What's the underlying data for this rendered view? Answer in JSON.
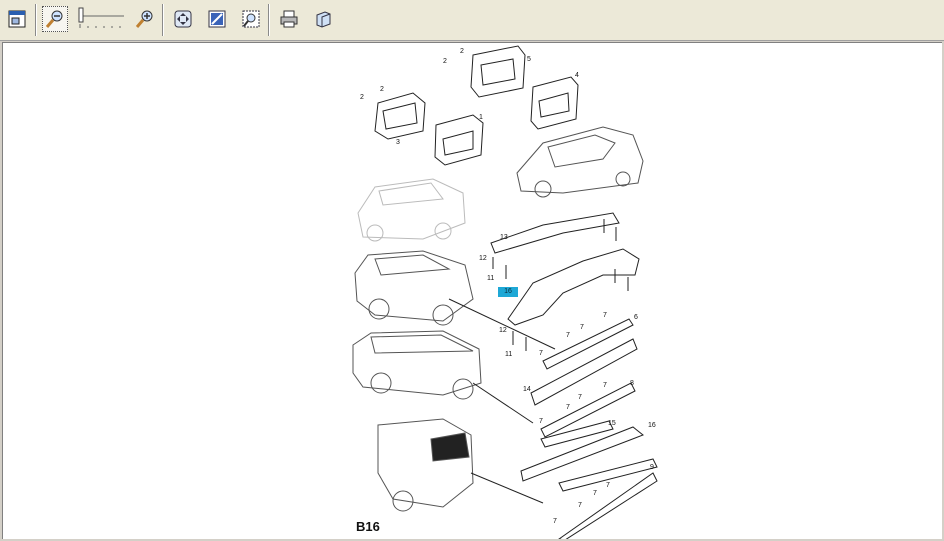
{
  "toolbar": {
    "buttons": [
      {
        "name": "window",
        "icon": "window-icon"
      },
      {
        "name": "zoom-out",
        "icon": "magnifier-minus-icon",
        "active": true
      },
      {
        "name": "zoom-in",
        "icon": "magnifier-plus-icon"
      },
      {
        "name": "fit",
        "icon": "fit-page-icon"
      },
      {
        "name": "zoom-area",
        "icon": "zoom-area-icon"
      },
      {
        "name": "zoom-select",
        "icon": "zoom-select-icon"
      },
      {
        "name": "print",
        "icon": "printer-icon"
      },
      {
        "name": "export",
        "icon": "export-icon"
      }
    ]
  },
  "diagram": {
    "page_code": "B16",
    "highlighted_part": "16",
    "part_labels": [
      "1",
      "2",
      "2",
      "2",
      "2",
      "3",
      "4",
      "5",
      "6",
      "7",
      "7",
      "7",
      "7",
      "7",
      "7",
      "7",
      "7",
      "7",
      "7",
      "7",
      "7",
      "8",
      "9",
      "11",
      "11",
      "12",
      "12",
      "13",
      "14",
      "15",
      "16"
    ]
  },
  "colors": {
    "highlight": "#1ea8d6",
    "toolbar": "#ece9d8",
    "canvas": "#ffffff"
  }
}
